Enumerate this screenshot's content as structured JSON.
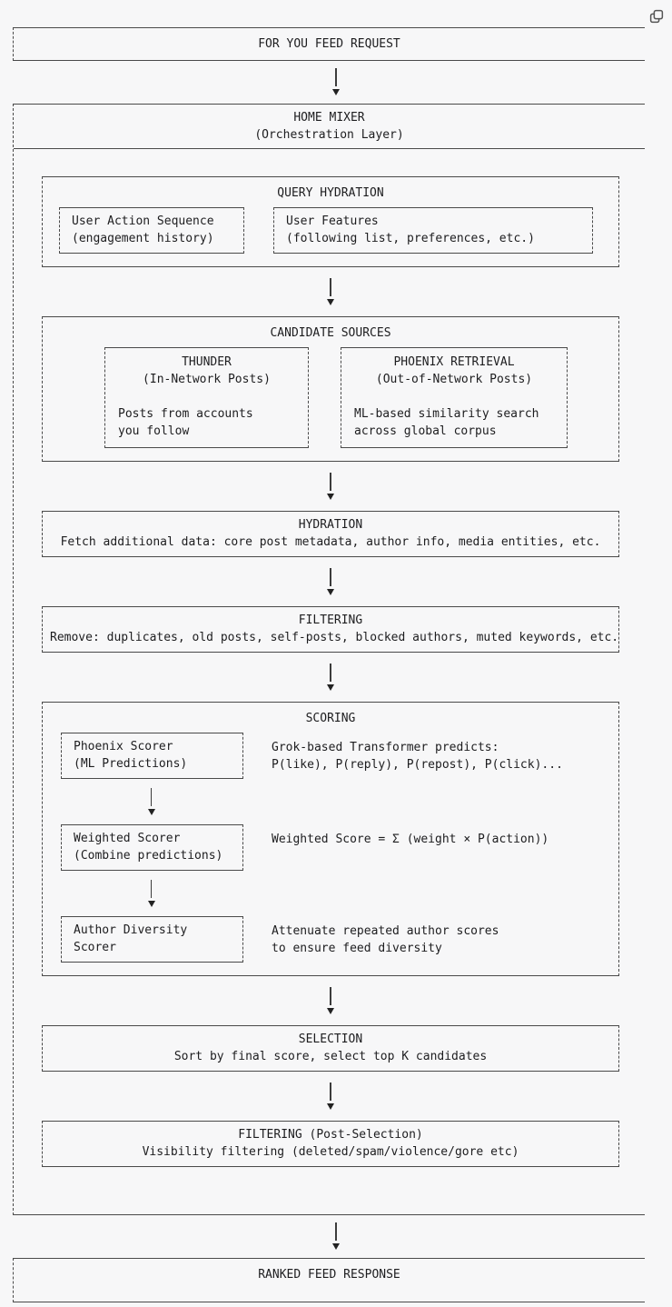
{
  "colors": {
    "background": "#f7f7f8",
    "border": "#4a4a4a",
    "text": "#1d1d1f"
  },
  "icons": {
    "copy": "copy-icon"
  },
  "request_box": {
    "title": "FOR YOU FEED REQUEST"
  },
  "home_mixer": {
    "title": "HOME MIXER",
    "subtitle": "(Orchestration Layer)"
  },
  "query_hydration": {
    "title": "QUERY HYDRATION",
    "user_action_sequence": {
      "line1": "User Action Sequence",
      "line2": "(engagement history)"
    },
    "user_features": {
      "line1": "User Features",
      "line2": "(following list, preferences, etc.)"
    }
  },
  "candidate_sources": {
    "title": "CANDIDATE SOURCES",
    "thunder": {
      "title": "THUNDER",
      "subtitle": "(In-Network Posts)",
      "body1": "Posts from accounts",
      "body2": "you follow"
    },
    "phoenix_retrieval": {
      "title": "PHOENIX RETRIEVAL",
      "subtitle": "(Out-of-Network Posts)",
      "body1": "ML-based similarity search",
      "body2": "across global corpus"
    }
  },
  "hydration": {
    "title": "HYDRATION",
    "description": "Fetch additional data: core post metadata, author info, media entities, etc."
  },
  "filtering": {
    "title": "FILTERING",
    "description": "Remove: duplicates, old posts, self-posts, blocked authors, muted keywords, etc."
  },
  "scoring": {
    "title": "SCORING",
    "phoenix_scorer": {
      "line1": "Phoenix Scorer",
      "line2": "(ML Predictions)",
      "note1": "Grok-based Transformer predicts:",
      "note2": "P(like), P(reply), P(repost), P(click)..."
    },
    "weighted_scorer": {
      "line1": "Weighted Scorer",
      "line2": "(Combine predictions)",
      "note1": "Weighted Score = Σ (weight × P(action))"
    },
    "author_diversity_scorer": {
      "line1": "Author Diversity",
      "line2": "Scorer",
      "note1": "Attenuate repeated author scores",
      "note2": "to ensure feed diversity"
    }
  },
  "selection": {
    "title": "SELECTION",
    "description": "Sort by final score, select top K candidates"
  },
  "post_selection_filtering": {
    "title": "FILTERING (Post-Selection)",
    "description": "Visibility filtering (deleted/spam/violence/gore etc)"
  },
  "response_box": {
    "title": "RANKED FEED RESPONSE"
  }
}
